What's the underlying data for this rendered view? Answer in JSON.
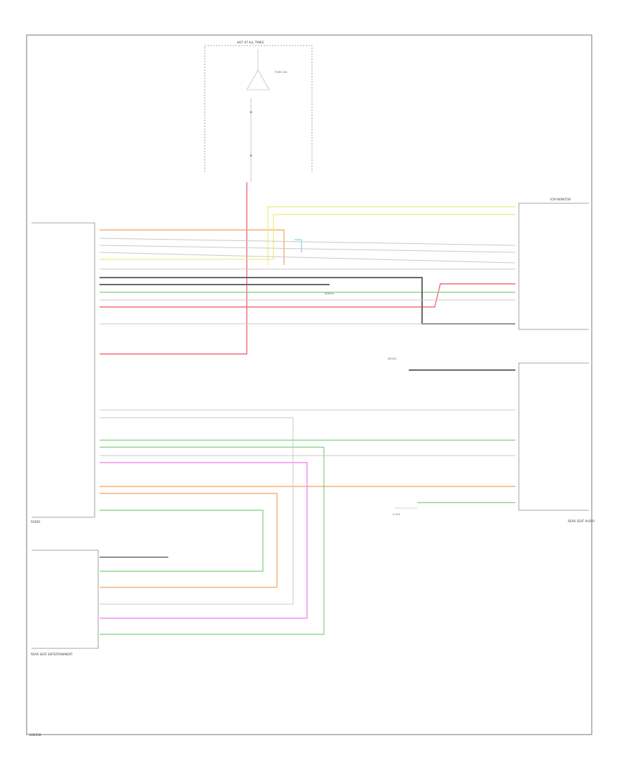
{
  "colors": {
    "red": "#f06a7a",
    "orange": "#f2a05a",
    "yellow": "#ecec7a",
    "green": "#7ad07a",
    "violet": "#ee7af0",
    "gray": "#666666",
    "lightgray": "#c8c8c8",
    "cyan": "#7ad6e0",
    "blue": "#8aa6e6"
  },
  "labels": {
    "footer_left": "G00358",
    "right_component_top": "ICM MONITOR",
    "left_component_bottom": "REAR SEAT AUDIO",
    "right_component_mid": "RADIO",
    "bottom_component": "REAR SEAT ENTERTAINMENT",
    "ground_label": "G 101",
    "splice_top": "HOT AT ALL TIMES",
    "splice_mid": "SPLICE",
    "shield_label": "SHIELD",
    "fuse_label": "FUSE 15A"
  }
}
